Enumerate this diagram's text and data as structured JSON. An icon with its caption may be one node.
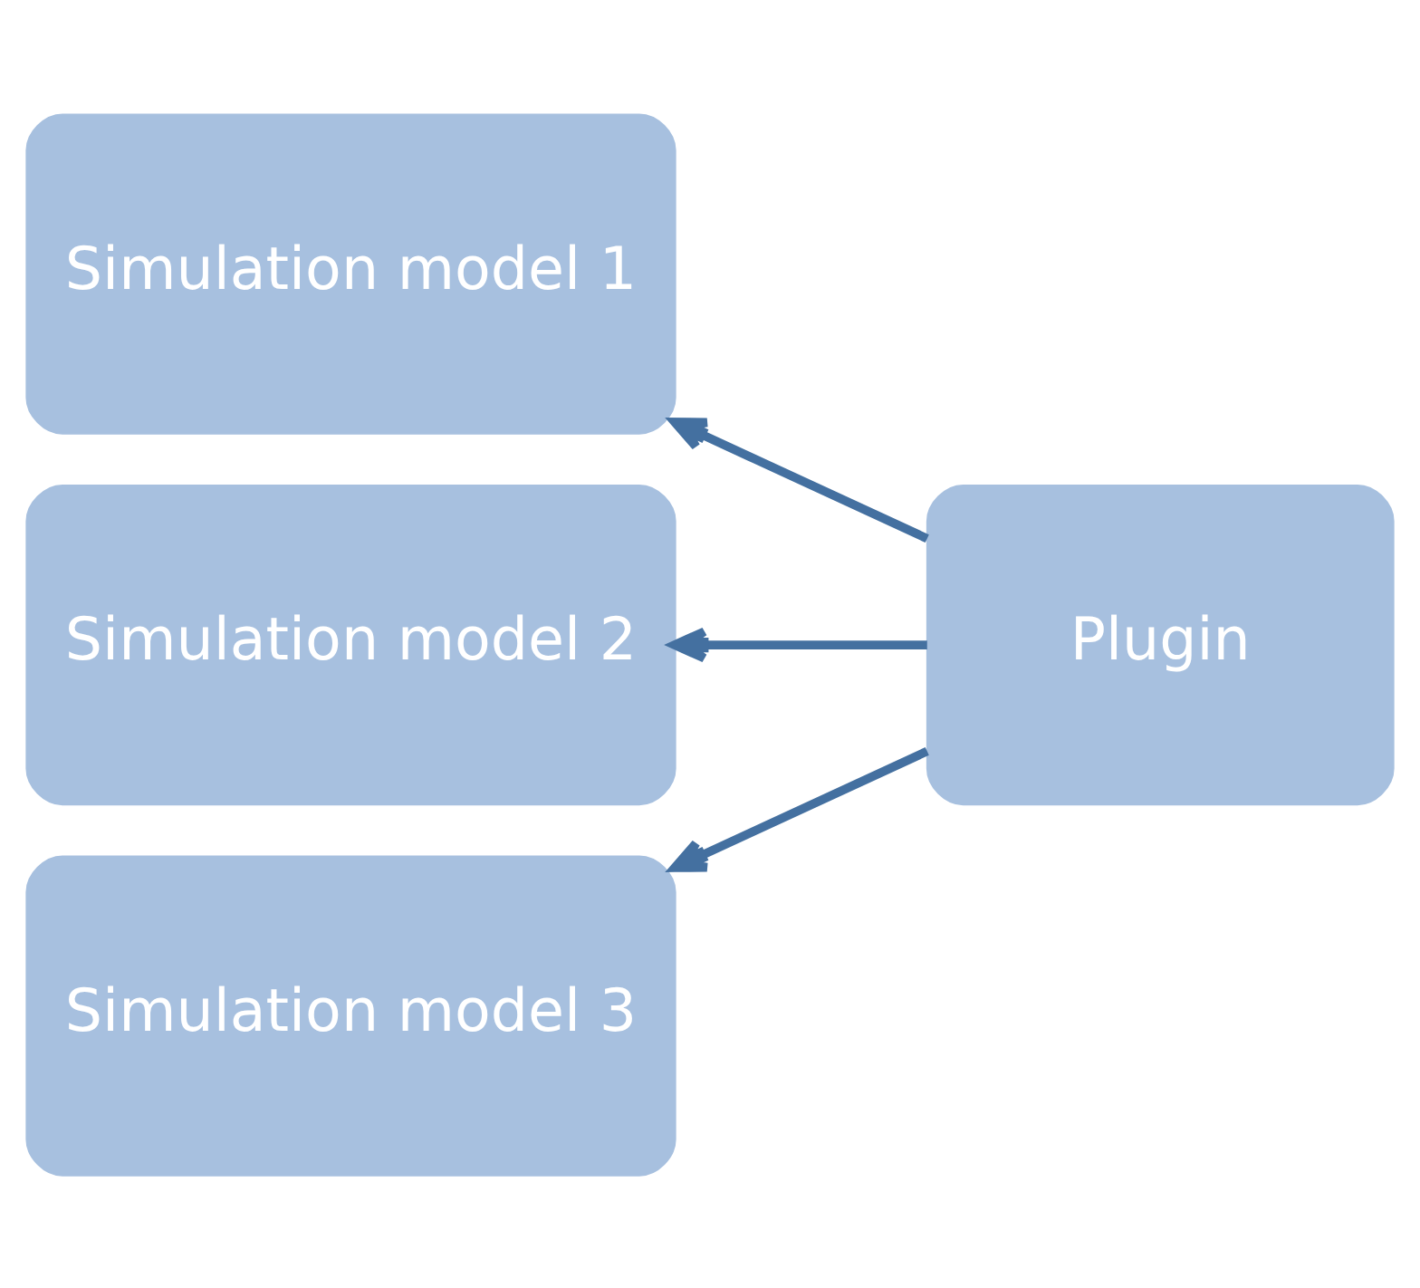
{
  "diagram": {
    "nodes": [
      {
        "text": [
          "Simulation model 1"
        ]
      },
      {
        "text": [
          "Simulation model 2"
        ]
      },
      {
        "text": [
          "Simulation model 3"
        ]
      },
      {
        "text": [
          "Plugin"
        ]
      }
    ],
    "edges": [
      {
        "from": 3,
        "to": 0,
        "arrow": "to"
      },
      {
        "from": 3,
        "to": 1,
        "arrow": "to"
      },
      {
        "from": 3,
        "to": 2,
        "arrow": "to"
      }
    ]
  }
}
